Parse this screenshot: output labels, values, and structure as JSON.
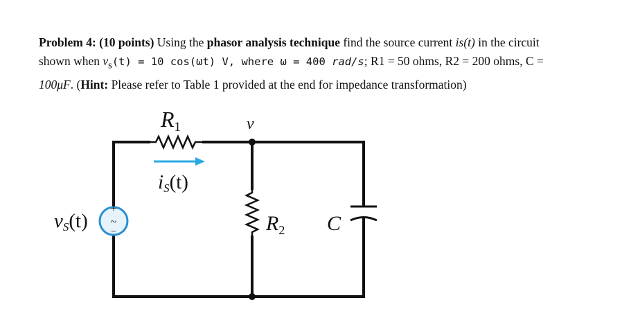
{
  "problem": {
    "label": "Problem 4: (10 points)",
    "t1": " Using the ",
    "technique": "phasor analysis technique",
    "t2": " find the source current ",
    "current_var": "is(t)",
    "t3": " in the circuit",
    "t4": "shown when ",
    "vs_expr": "v",
    "vs_sub": "s",
    "vs_rest": "(t) = 10 cos(ωt) V, where ω = 400 ",
    "units": "rad/s",
    "t5": "; R1 = 50 ohms, R2 = 200 ohms, C =",
    "cap_val": "100μF",
    "t6": ". (",
    "hint_label": "Hint:",
    "hint_text": " Please refer to Table 1 provided at the end for impedance transformation)"
  },
  "circuit": {
    "r1_label": "R",
    "r1_sub": "1",
    "node_label": "v",
    "current_label": "i",
    "current_sub": "S",
    "current_arg": "(t)",
    "source_label": "v",
    "source_sub": "S",
    "source_arg": "(t)",
    "r2_label": "R",
    "r2_sub": "2",
    "c_label": "C",
    "plus": "+",
    "minus": "−",
    "tilde": "~",
    "colors": {
      "wire": "#111111",
      "arrow": "#2aa9e0",
      "source_fill": "#e6f3fb",
      "source_stroke": "#2a8fd0"
    }
  }
}
